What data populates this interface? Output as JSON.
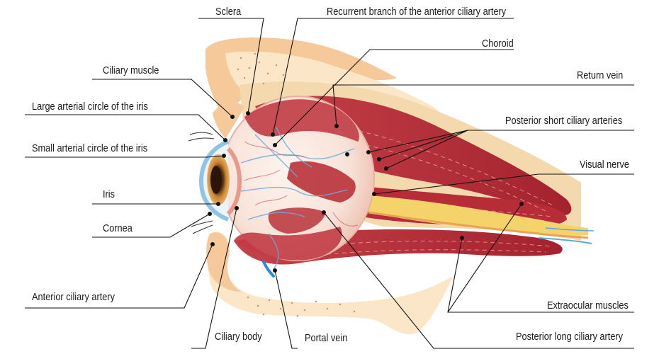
{
  "labels": {
    "sclera": "Sclera",
    "recurrent_branch": "Recurrent branch of the anterior ciliary artery",
    "choroid": "Choroid",
    "ciliary_muscle": "Ciliary muscle",
    "return_vein": "Return vein",
    "large_arterial_circle": "Large arterial circle of the iris",
    "posterior_short_ciliary": "Posterior short ciliary arteries",
    "small_arterial_circle": "Small arterial circle of the iris",
    "visual_nerve": "Visual nerve",
    "iris": "Iris",
    "cornea": "Cornea",
    "anterior_ciliary_artery": "Anterior ciliary artery",
    "extraocular_muscles": "Extraocular muscles",
    "ciliary_body": "Ciliary body",
    "portal_vein": "Portal vein",
    "posterior_long_ciliary": "Posterior long ciliary artery"
  },
  "colors": {
    "skin": "#f6c99a",
    "tissue": "#fbe6c8",
    "muscle": "#b8323a",
    "muscle_dark": "#8c1f2a",
    "nerve": "#f3d36a",
    "globe": "#fbeee6",
    "iris": "#c9862e",
    "cornea": "#8fc4e6",
    "vein": "#6fa8d8",
    "line": "#111111"
  }
}
